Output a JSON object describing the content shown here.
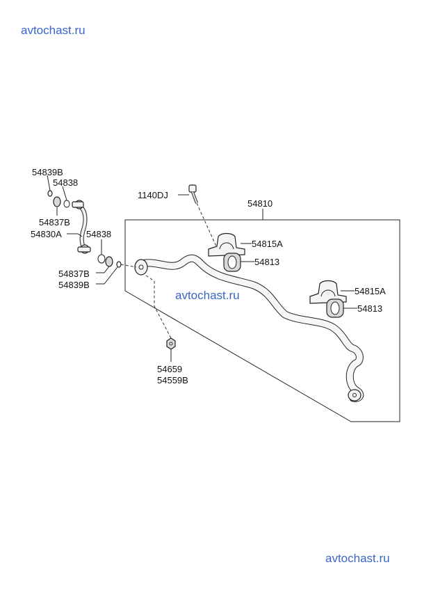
{
  "watermarks": {
    "top": "avtochast.ru",
    "middle": "avtochast.ru",
    "bottom": "avtochast.ru"
  },
  "labels": {
    "p54839B_top": "54839B",
    "p54838_top": "54838",
    "p54837B_top": "54837B",
    "p54830A": "54830A",
    "p54838_mid": "54838",
    "p54837B_bot": "54837B",
    "p54839B_bot": "54839B",
    "p1140DJ": "1140DJ",
    "p54810": "54810",
    "p54815A_1": "54815A",
    "p54813_1": "54813",
    "p54815A_2": "54815A",
    "p54813_2": "54813",
    "p54659": "54659",
    "p54559B": "54559B"
  },
  "colors": {
    "watermark": "#3a66c8",
    "line": "#222222"
  }
}
